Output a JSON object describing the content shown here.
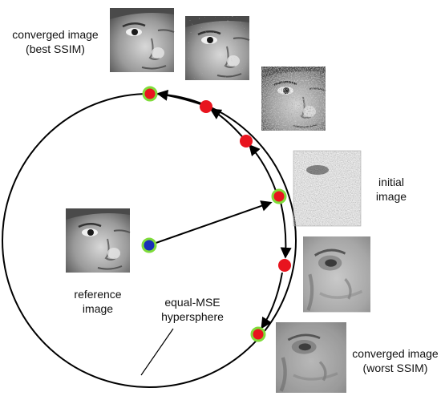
{
  "labels": {
    "converged_best": [
      "converged image",
      "(best SSIM)"
    ],
    "initial": [
      "initial",
      "image"
    ],
    "reference": [
      "reference",
      "image"
    ],
    "hypersphere": [
      "equal-MSE",
      "hypersphere"
    ],
    "converged_worst": [
      "converged image",
      "(worst SSIM)"
    ]
  },
  "colors": {
    "background": "#ffffff",
    "circle": "#000000",
    "arrow": "#000000",
    "point_red": "#e8141e",
    "point_blue": "#1a2fb8",
    "point_ring": "#7fdc3a",
    "text": "#111111"
  },
  "images": [
    {
      "name": "converged-best-ssim-image",
      "kind": "face-clean"
    },
    {
      "name": "intermediate-image-1",
      "kind": "face-speckle-light"
    },
    {
      "name": "intermediate-image-2",
      "kind": "face-speckle-heavy"
    },
    {
      "name": "initial-noisy-image",
      "kind": "noise"
    },
    {
      "name": "intermediate-image-3",
      "kind": "face-washed"
    },
    {
      "name": "converged-worst-ssim-image",
      "kind": "face-washed-dark"
    },
    {
      "name": "reference-image",
      "kind": "face-clean"
    }
  ]
}
